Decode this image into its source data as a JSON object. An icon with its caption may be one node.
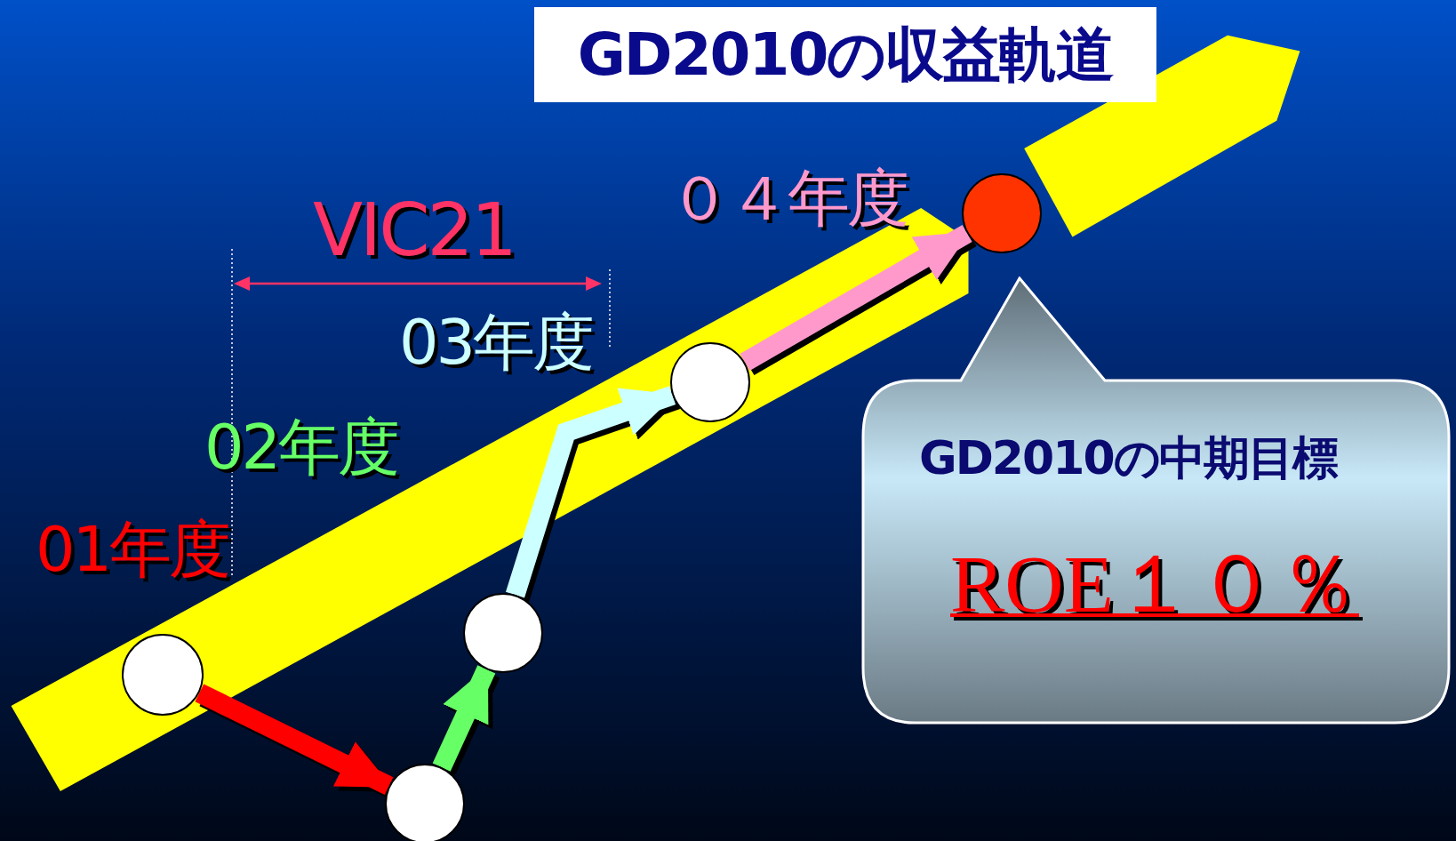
{
  "diagram": {
    "title": "GD2010の収益軌道",
    "nodes": [
      {
        "text": [],
        "shape": "circle"
      },
      {
        "text": [],
        "shape": "circle"
      },
      {
        "text": [],
        "shape": "circle"
      },
      {
        "text": [],
        "shape": "circle"
      },
      {
        "text": [],
        "shape": "circle"
      },
      {
        "text": [
          "GD2010の中期目標",
          "ROE１０％"
        ]
      }
    ],
    "edges": [
      {
        "from": 0,
        "to": 1,
        "arrow": "to",
        "color": "#ff0000"
      },
      {
        "from": 1,
        "to": 2,
        "arrow": "to",
        "color": "#66ff66"
      },
      {
        "from": 2,
        "to": 3,
        "arrow": "to",
        "color": "#ccffff"
      },
      {
        "from": 3,
        "to": 4,
        "arrow": "to",
        "color": "#ff99cc"
      }
    ],
    "labels": [
      "VIC21",
      "０４年度",
      "03年度",
      "02年度",
      "01年度"
    ]
  }
}
